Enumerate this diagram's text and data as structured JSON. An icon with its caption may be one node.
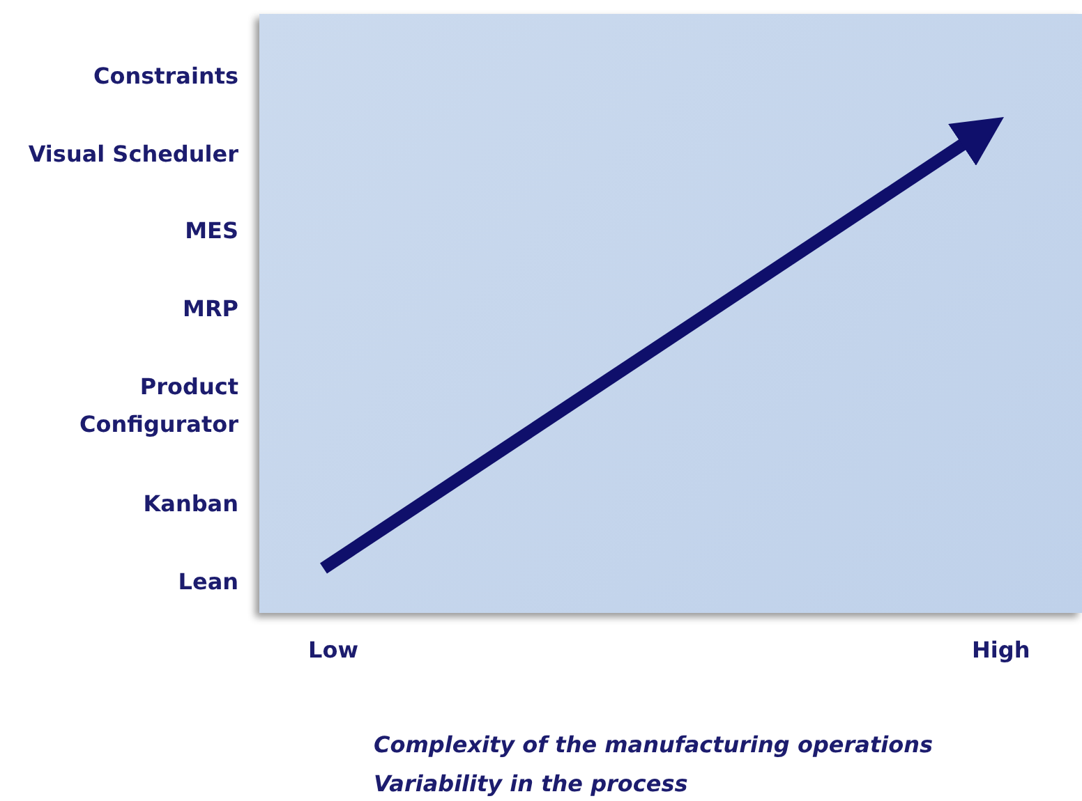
{
  "diagram": {
    "labels": [
      "Constraints",
      "Visual Scheduler",
      "MES",
      "MRP",
      "Product Configurator",
      "Kanban",
      "Lean",
      "Low",
      "High",
      "Complexity of the manufacturing operations",
      "Variability in the process"
    ]
  }
}
